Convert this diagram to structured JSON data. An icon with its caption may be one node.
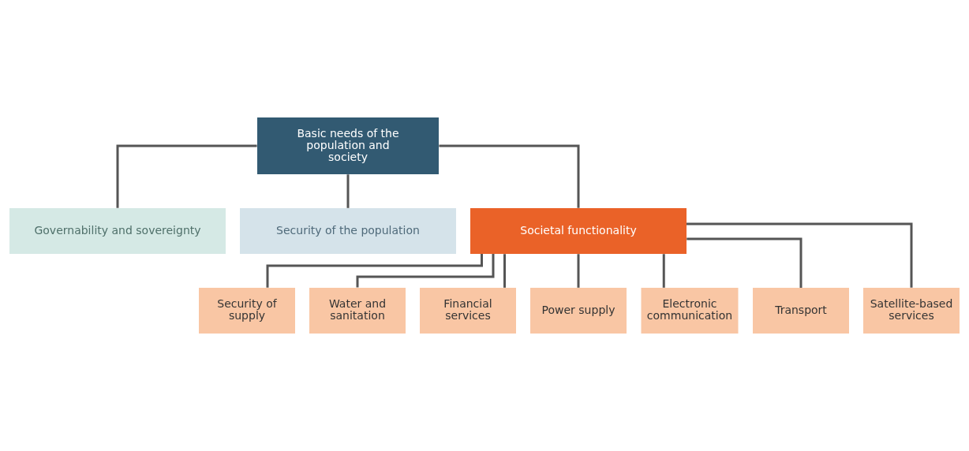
{
  "diagram": {
    "nodes": [
      {
        "text": [
          "Basic needs of the population and society"
        ]
      },
      {
        "text": [
          "Governability and sovereignty"
        ]
      },
      {
        "text": [
          "Security of the population"
        ]
      },
      {
        "text": [
          "Societal functionality"
        ]
      },
      {
        "text": [
          "Security of supply"
        ]
      },
      {
        "text": [
          "Water and sanitation"
        ]
      },
      {
        "text": [
          "Financial services"
        ]
      },
      {
        "text": [
          "Power supply"
        ]
      },
      {
        "text": [
          "Electronic communication"
        ]
      },
      {
        "text": [
          "Transport"
        ]
      },
      {
        "text": [
          "Satellite-based services"
        ]
      }
    ],
    "edges": [
      {
        "from": 0,
        "to": 1,
        "arrow": "none"
      },
      {
        "from": 0,
        "to": 2,
        "arrow": "none"
      },
      {
        "from": 0,
        "to": 3,
        "arrow": "none"
      },
      {
        "from": 3,
        "to": 4,
        "arrow": "none"
      },
      {
        "from": 3,
        "to": 5,
        "arrow": "none"
      },
      {
        "from": 3,
        "to": 6,
        "arrow": "none"
      },
      {
        "from": 3,
        "to": 7,
        "arrow": "none"
      },
      {
        "from": 3,
        "to": 8,
        "arrow": "none"
      },
      {
        "from": 3,
        "to": 9,
        "arrow": "none"
      },
      {
        "from": 3,
        "to": 10,
        "arrow": "none"
      }
    ]
  }
}
